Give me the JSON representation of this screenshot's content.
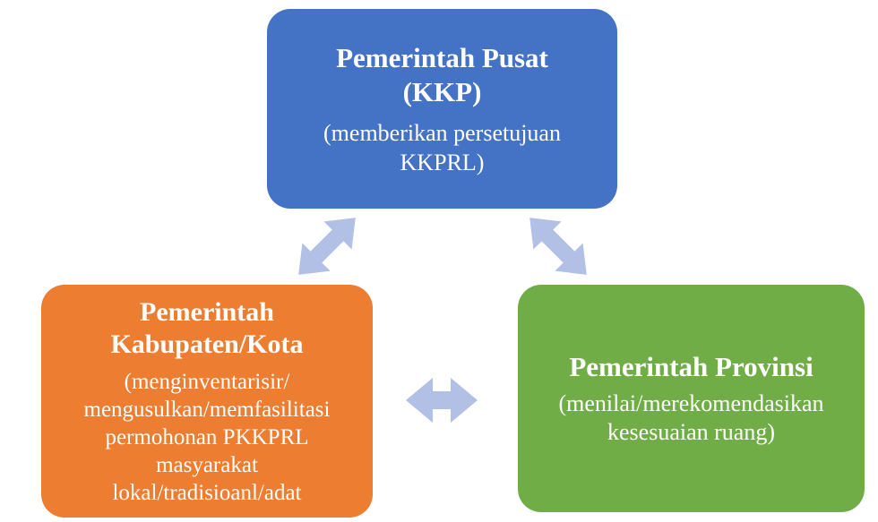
{
  "diagram": {
    "description": "Cycle diagram of Indonesian government levels for KKPRL marine spatial-use approval",
    "text_color": "#ffffff",
    "arrow_color": "#b1c0e4",
    "nodes": {
      "pusat": {
        "color": "#4472c4",
        "title_lines": [
          "Pemerintah Pusat",
          "(KKP)"
        ],
        "desc_lines": [
          "(memberikan persetujuan",
          "KKPRL)"
        ]
      },
      "kabupaten": {
        "color": "#ed7d31",
        "title_lines": [
          "Pemerintah",
          "Kabupaten/Kota"
        ],
        "desc_lines": [
          "(menginventarisir/",
          "mengusulkan/memfasilitasi",
          "permohonan PKKPRL",
          "masyarakat",
          "lokal/tradisioanl/adat"
        ]
      },
      "provinsi": {
        "color": "#70ad47",
        "title_lines": [
          "Pemerintah Provinsi"
        ],
        "desc_lines": [
          "(menilai/merekomendasikan",
          "kesesuaian ruang)"
        ]
      }
    },
    "arrows": [
      {
        "name": "pusat-kabupaten",
        "type": "double-headed",
        "direction": "diagonal"
      },
      {
        "name": "pusat-provinsi",
        "type": "double-headed",
        "direction": "diagonal"
      },
      {
        "name": "kabupaten-provinsi",
        "type": "double-headed",
        "direction": "horizontal"
      }
    ]
  }
}
